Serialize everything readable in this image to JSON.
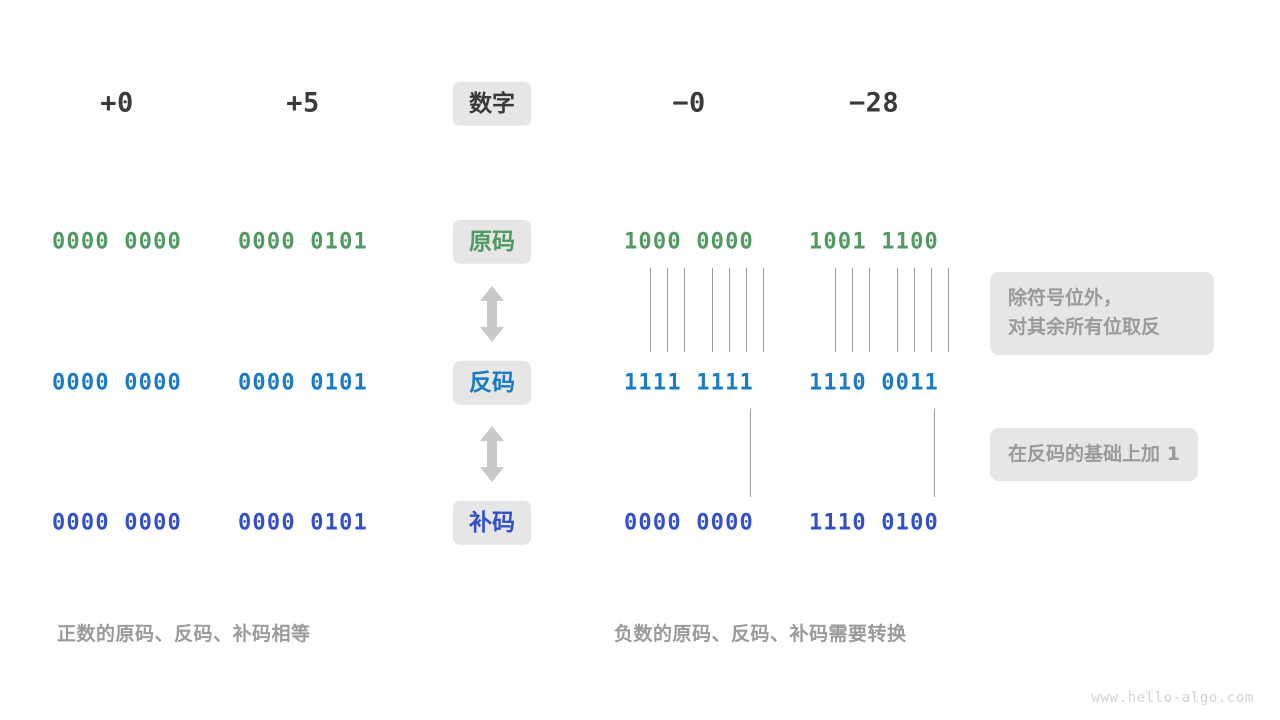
{
  "watermark": "www.hello-algo.com",
  "colors": {
    "sign_magnitude": "#4e9a5f",
    "ones_complement": "#1a7ac4",
    "twos_complement": "#3350c8",
    "chip_bg": "#e6e6e6",
    "muted_text": "#9a9a9a",
    "heading_text": "#3a3a3a",
    "connector": "#9a9a9a"
  },
  "header": {
    "label": "数字",
    "columns": [
      {
        "name": "plus-zero",
        "value": "+0"
      },
      {
        "name": "plus-five",
        "value": "+5"
      },
      {
        "name": "minus-zero",
        "value": "−0"
      },
      {
        "name": "minus-28",
        "value": "−28"
      }
    ]
  },
  "rows": [
    {
      "key": "sign-magnitude",
      "label": "原码",
      "color_class": "green",
      "values": {
        "plus_zero": "0000 0000",
        "plus_five": "0000 0101",
        "minus_zero": "1000 0000",
        "minus_28": "1001 1100"
      }
    },
    {
      "key": "ones-complement",
      "label": "反码",
      "color_class": "blue",
      "values": {
        "plus_zero": "0000 0000",
        "plus_five": "0000 0101",
        "minus_zero": "1111 1111",
        "minus_28": "1110 0011"
      }
    },
    {
      "key": "twos-complement",
      "label": "补码",
      "color_class": "indigo",
      "values": {
        "plus_zero": "0000 0000",
        "plus_five": "0000 0101",
        "minus_zero": "0000 0000",
        "minus_28": "1110 0100"
      }
    }
  ],
  "notes": [
    {
      "name": "invert-note",
      "text": "除符号位外，\n对其余所有位取反"
    },
    {
      "name": "add-one-note",
      "text": "在反码的基础上加 1"
    }
  ],
  "captions": [
    {
      "name": "positive-caption",
      "text": "正数的原码、反码、补码相等"
    },
    {
      "name": "negative-caption",
      "text": "负数的原码、反码、补码需要转换"
    }
  ],
  "icons": {
    "double_arrow": "double-arrow-vertical-icon"
  }
}
